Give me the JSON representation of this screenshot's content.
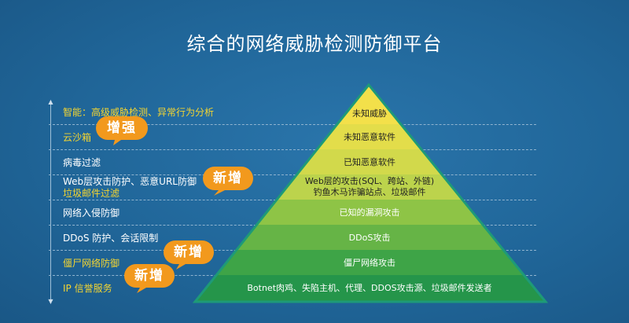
{
  "title": "综合的网络威胁检测防御平台",
  "colors": {
    "background": "#1f6295",
    "badge": "#f2991d",
    "yellow_text": "#f4d531",
    "pyramid_border": "#1e9a78"
  },
  "rows": [
    {
      "label": "智能：高级威胁检测、异常行为分析",
      "pyramid": "未知威胁"
    },
    {
      "label": "云沙箱",
      "pyramid": "未知恶意软件"
    },
    {
      "label": "病毒过滤",
      "pyramid": "已知恶意软件"
    },
    {
      "label_line1": "Web层攻击防护、恶意URL防御",
      "label_line2": "垃圾邮件过滤",
      "pyramid_line1": "Web层的攻击(SQL、跨站、外链)",
      "pyramid_line2": "钓鱼木马诈骗站点、垃圾邮件"
    },
    {
      "label": "网络入侵防御",
      "pyramid": "已知的漏洞攻击"
    },
    {
      "label": "DDoS 防护、会话限制",
      "pyramid": "DDoS攻击"
    },
    {
      "label": "僵尸网络防御",
      "pyramid": "僵尸网络攻击"
    },
    {
      "label": "IP 信誉服务",
      "pyramid": "Botnet肉鸡、失陷主机、代理、DDOS攻击源、垃圾邮件发送者"
    }
  ],
  "badges": {
    "enhanced": "增强",
    "new": "新增"
  },
  "icons": [
    "double-arrow-icon"
  ]
}
